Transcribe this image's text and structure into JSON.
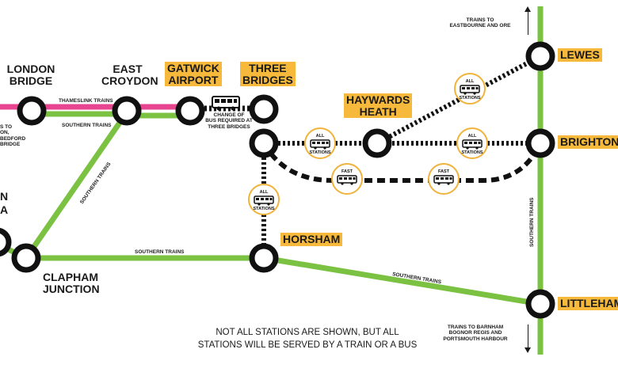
{
  "colors": {
    "thameslink": "#e7458f",
    "southern": "#7cc242",
    "bus_route": "#111111",
    "station_ring": "#111111",
    "highlight": "#f6b93b",
    "bus_badge_ring": "#f0b33c"
  },
  "stations": {
    "london_bridge": "LONDON\nBRIDGE",
    "east_croydon": "EAST\nCROYDON",
    "gatwick_airport": "GATWICK\nAIRPORT",
    "three_bridges": "THREE\nBRIDGES",
    "haywards_heath": "HAYWARDS\nHEATH",
    "lewes": "LEWES",
    "brighton": "BRIGHTON",
    "horsham": "HORSHAM",
    "littlehampton": "LITTLEHAM",
    "clapham_junction": "CLAPHAM\nJUNCTION",
    "left_cut_1": "N",
    "left_cut_2": "A"
  },
  "line_labels": {
    "thameslink_trains": "THAMESLINK TRAINS",
    "southern_trains_top": "SOUTHERN TRAINS",
    "southern_trains_diag": "SOUTHERN TRAINS",
    "southern_trains_bottom": "SOUTHERN TRAINS",
    "southern_trains_horsham": "SOUTHERN TRAINS",
    "southern_trains_vertical": "SOUTHERN TRAINS"
  },
  "annotations": {
    "bus_change": "CHANGE OF\nBUS REQUIRED AT\nTHREE BRIDGES",
    "left_cut_note": "S TO\nON, BEDFORD\nBRIDGE",
    "to_eastbourne": "TRAINS TO\nEASTBOURNE AND ORE",
    "to_barnham": "TRAINS TO BARNHAM\nBOGNOR REGIS AND\nPORTSMOUTH HARBOUR",
    "footer_note": "NOT ALL STATIONS ARE SHOWN, BUT ALL\nSTATIONS WILL BE SERVED BY A TRAIN OR A BUS"
  },
  "bus_badges": [
    {
      "id": "all-stations-three-bridges-brighton-1",
      "top": "ALL",
      "bottom": "STATIONS",
      "icon": "bus-icon"
    },
    {
      "id": "all-stations-lewes",
      "top": "ALL",
      "bottom": "STATIONS",
      "icon": "bus-icon"
    },
    {
      "id": "all-stations-brighton",
      "top": "ALL",
      "bottom": "STATIONS",
      "icon": "bus-icon"
    },
    {
      "id": "fast-1",
      "top": "FAST",
      "bottom": "",
      "icon": "bus-icon"
    },
    {
      "id": "fast-2",
      "top": "FAST",
      "bottom": "",
      "icon": "bus-icon"
    },
    {
      "id": "all-stations-horsham",
      "top": "ALL",
      "bottom": "STATIONS",
      "icon": "bus-icon"
    }
  ]
}
